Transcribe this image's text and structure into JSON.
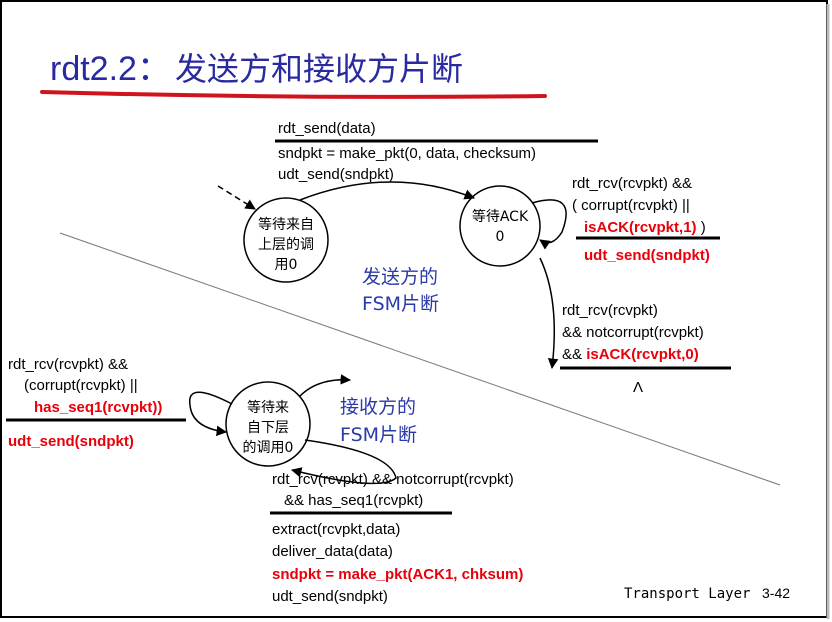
{
  "title": {
    "prefix": "rdt2.2：",
    "rest": "发送方和接收方片断"
  },
  "sender": {
    "label_line1": "发送方的",
    "label_line2": "FSM片断",
    "state_wait_above": {
      "line1": "等待来自",
      "line2": "上层的调",
      "line3": "用0"
    },
    "state_wait_ack": {
      "line1": "等待ACK",
      "line2": "0"
    },
    "t1": {
      "event": "rdt_send(data)",
      "action1": "sndpkt = make_pkt(0, data, checksum)",
      "action2": "udt_send(sndpkt)"
    },
    "t2": {
      "event1": "rdt_rcv(rcvpkt) &&",
      "event2": "( corrupt(rcvpkt) ||",
      "event3_red": "isACK(rcvpkt,1)",
      "event3_tail": " )",
      "action_red": "udt_send(sndpkt)"
    },
    "t3": {
      "event1": "rdt_rcv(rcvpkt)",
      "event2": "&& notcorrupt(rcvpkt)",
      "event3_prefix": "&& ",
      "event3_red": "isACK(rcvpkt,0)",
      "action": "Λ"
    }
  },
  "receiver": {
    "label_line1": "接收方的",
    "label_line2": "FSM片断",
    "state_wait_below": {
      "line1": "等待来",
      "line2": "自下层",
      "line3": "的调用0"
    },
    "t1": {
      "event1": "rdt_rcv(rcvpkt) &&",
      "event2": "(corrupt(rcvpkt) ||",
      "event3_red": "has_seq1(rcvpkt))",
      "action_red": "udt_send(sndpkt)"
    },
    "t2": {
      "event1": "rdt_rcv(rcvpkt) && notcorrupt(rcvpkt)",
      "event2": "&& has_seq1(rcvpkt)",
      "action1": "extract(rcvpkt,data)",
      "action2": "deliver_data(data)",
      "action3_red": "sndpkt = make_pkt(ACK1, chksum)",
      "action4": "udt_send(sndpkt)"
    }
  },
  "footer": {
    "left": "Transport Layer",
    "right": "3-42"
  },
  "colors": {
    "title": "#2a2aa0",
    "highlight": "#e8000b",
    "label": "#2a3aa8",
    "underline": "#d0141e"
  }
}
